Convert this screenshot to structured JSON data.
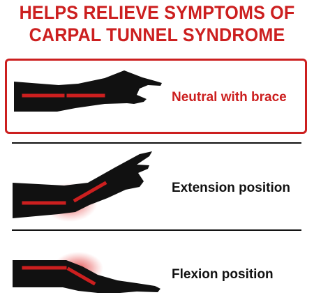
{
  "headline": {
    "line1": "HELPS RELIEVE SYMPTOMS OF",
    "line2": "CARPAL TUNNEL SYNDROME"
  },
  "positions": [
    {
      "label": "Neutral with brace",
      "label_color": "#cc1f1f",
      "highlighted": true
    },
    {
      "label": "Extension position",
      "label_color": "#111111",
      "highlighted": false
    },
    {
      "label": "Flexion position",
      "label_color": "#111111",
      "highlighted": false
    }
  ],
  "colors": {
    "accent": "#cc1f1f",
    "silhouette": "#111111",
    "background": "#ffffff"
  }
}
